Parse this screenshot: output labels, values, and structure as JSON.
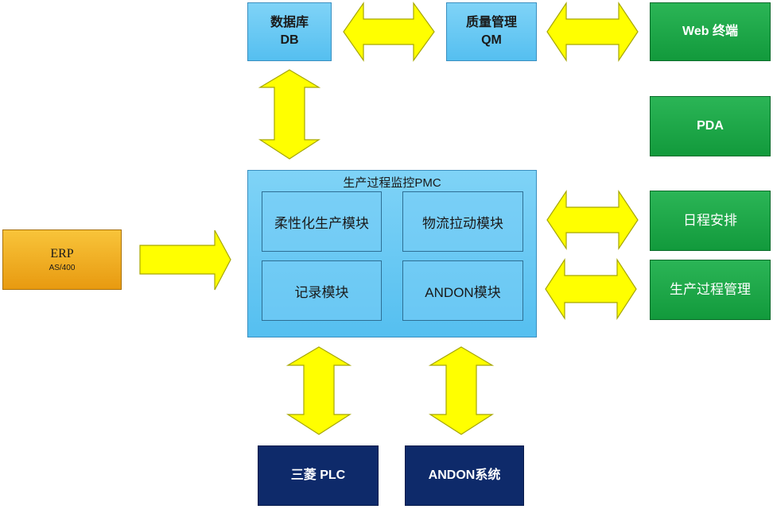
{
  "nodes": {
    "db": {
      "line1": "数据库",
      "line2": "DB"
    },
    "qm": {
      "line1": "质量管理",
      "line2": "QM"
    },
    "web": {
      "label": "Web 终端"
    },
    "pda": {
      "label": "PDA"
    },
    "schedule": {
      "label": "日程安排"
    },
    "process_mgmt": {
      "label": "生产过程管理"
    },
    "erp": {
      "line1": "ERP",
      "line2": "AS/400"
    },
    "pmc": {
      "title": "生产过程监控PMC",
      "modules": [
        "柔性化生产模块",
        "物流拉动模块",
        "记录模块",
        "ANDON模块"
      ]
    },
    "plc": {
      "label": "三菱 PLC"
    },
    "andon_system": {
      "label": "ANDON系统"
    }
  },
  "colors": {
    "blue": "#55bff0",
    "green": "#129a3c",
    "navy": "#0e2a6a",
    "orange": "#e89a10",
    "arrow_fill": "#ffff00",
    "arrow_stroke": "#a6a600"
  }
}
